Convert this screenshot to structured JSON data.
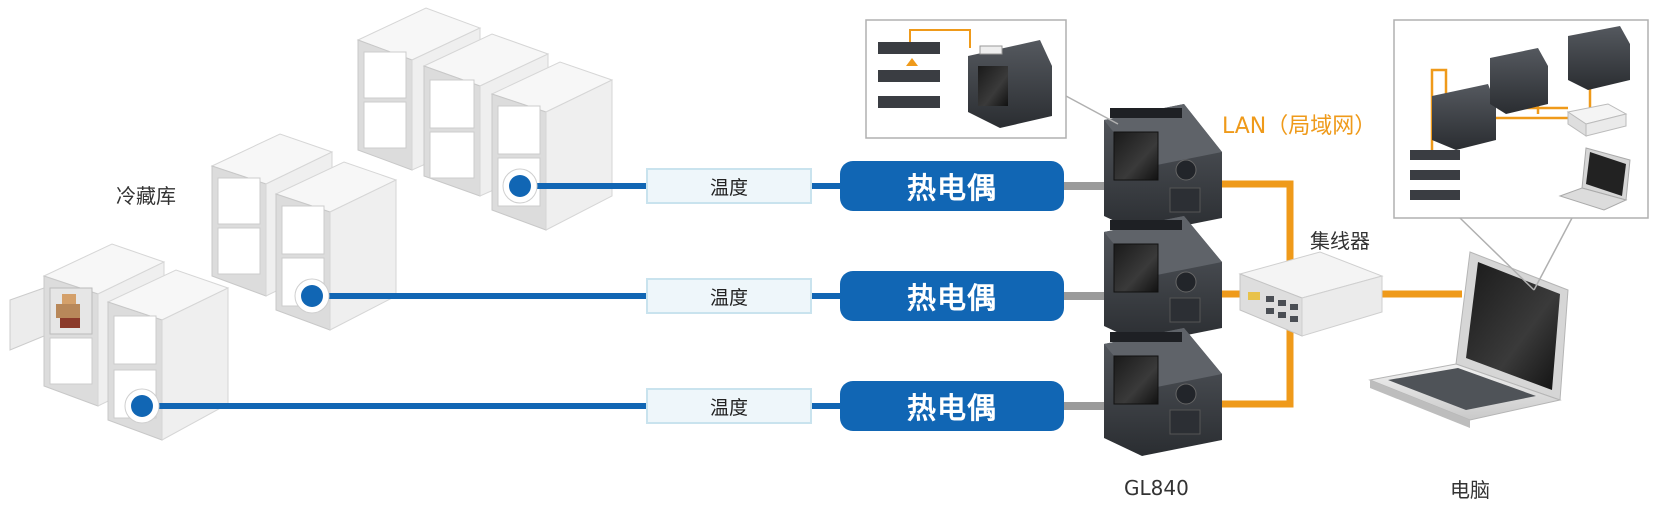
{
  "labels": {
    "cold_storage": "冷藏库",
    "lan": "LAN（局域网）",
    "hub": "集线器",
    "logger": "GL840",
    "pc": "电脑"
  },
  "rows": [
    {
      "temp_label": "温度",
      "sensor_label": "热电偶"
    },
    {
      "temp_label": "温度",
      "sensor_label": "热电偶"
    },
    {
      "temp_label": "温度",
      "sensor_label": "热电偶"
    }
  ],
  "colors": {
    "cable_blue": "#1166b4",
    "lan_orange": "#ef9a1a",
    "cabinet_light": "#f0f0f0",
    "cabinet_dark": "#bfbfbf",
    "device_dark": "#333740"
  }
}
